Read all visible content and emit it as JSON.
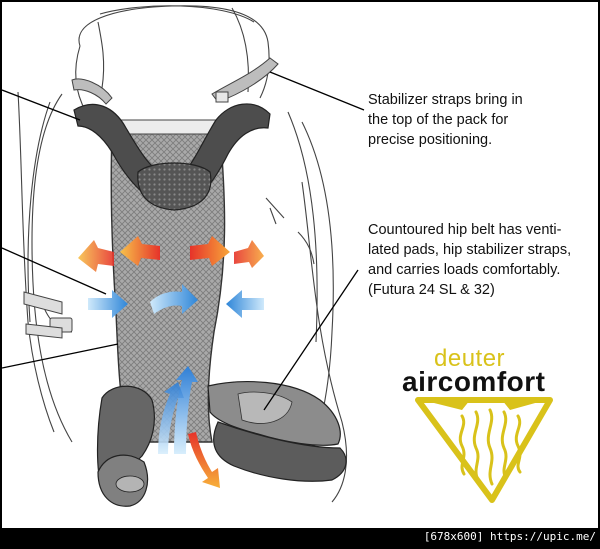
{
  "callouts": {
    "stabilizer": "Stabilizer straps bring in\nthe top of the pack for\nprecise positioning.",
    "hip_belt": "Countoured hip belt has venti-\nlated pads, hip stabilizer straps,\nand carries loads comfortably.\n(Futura 24 SL & 32)"
  },
  "brand": {
    "name": "deuter",
    "system": "aircomfort"
  },
  "watermark": "[678x600] https://upic.me/",
  "colors": {
    "brand_yellow": "#d9c21a",
    "mesh_gray": "#9a9a9a",
    "strap_dark": "#4a4a4a",
    "warm_air": "#f0822a",
    "cool_air": "#2f86d8"
  },
  "icons": [
    "backpack-illustration",
    "air-flow-arrows",
    "aircomfort-logo-icon"
  ]
}
